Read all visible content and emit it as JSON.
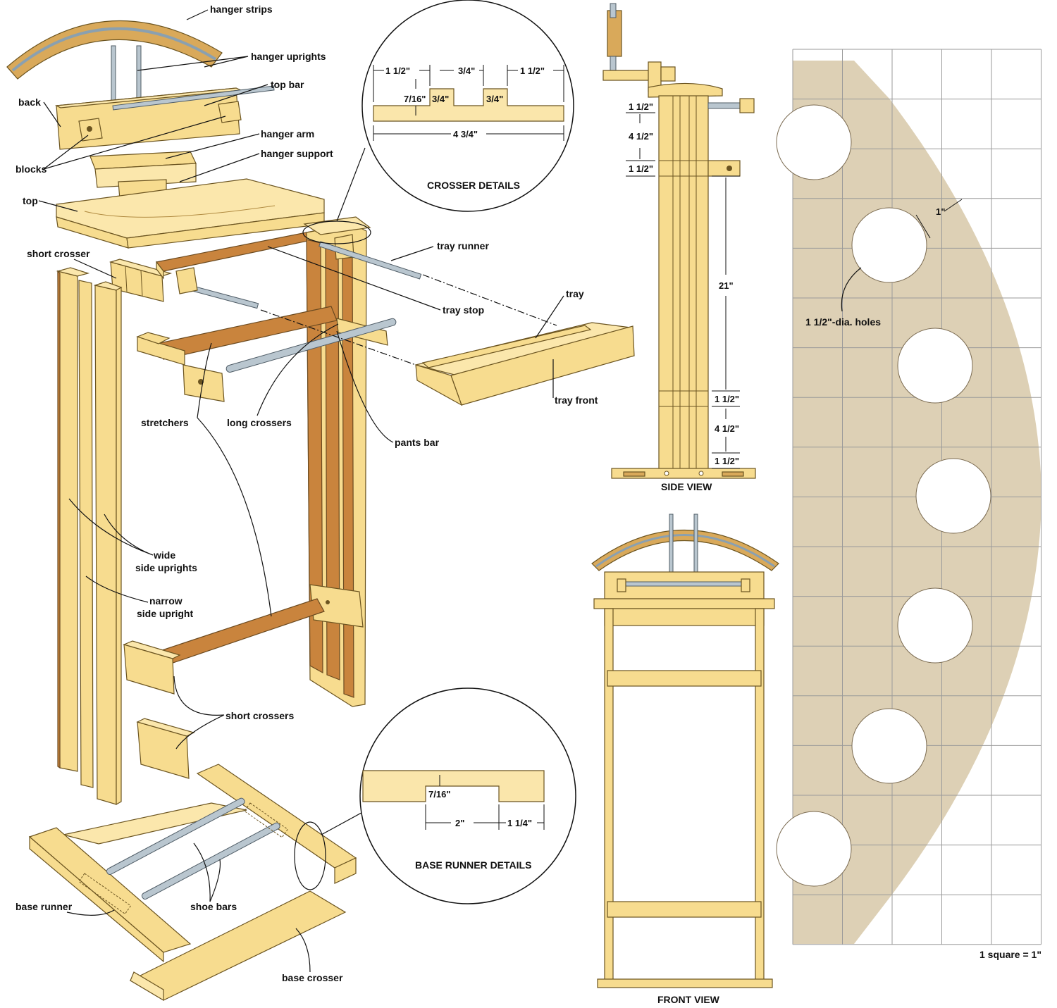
{
  "labels": {
    "hanger_strips": "hanger strips",
    "hanger_uprights": "hanger uprights",
    "top_bar": "top bar",
    "back": "back",
    "hanger_arm": "hanger arm",
    "hanger_support": "hanger support",
    "blocks": "blocks",
    "top": "top",
    "short_crosser": "short crosser",
    "tray_runner": "tray runner",
    "tray": "tray",
    "tray_stop": "tray stop",
    "tray_front": "tray front",
    "stretchers": "stretchers",
    "long_crossers": "long crossers",
    "pants_bar": "pants bar",
    "wide_side_uprights_1": "wide",
    "wide_side_uprights_2": "side uprights",
    "narrow_side_upright_1": "narrow",
    "narrow_side_upright_2": "side upright",
    "short_crossers": "short crossers",
    "base_runner": "base runner",
    "shoe_bars": "shoe bars",
    "base_crosser": "base crosser"
  },
  "crosser_details": {
    "title": "CROSSER DETAILS",
    "dims": [
      "1 1/2\"",
      "3/4\"",
      "1 1/2\"",
      "7/16\"",
      "3/4\"",
      "3/4\"",
      "4 3/4\""
    ]
  },
  "base_runner_details": {
    "title": "BASE RUNNER DETAILS",
    "dims": [
      "7/16\"",
      "2\"",
      "1 1/4\""
    ]
  },
  "side_view": {
    "title": "SIDE VIEW",
    "dims": [
      "1 1/2\"",
      "4 1/2\"",
      "1 1/2\"",
      "21\"",
      "1 1/2\"",
      "4 1/2\"",
      "1 1/2\""
    ]
  },
  "front_view": {
    "title": "FRONT VIEW"
  },
  "pattern": {
    "hole_label": "1 1/2\"-dia. holes",
    "edge_dim": "1\"",
    "scale": "1 square = 1\"",
    "grid_columns": 5,
    "grid_rows": 18,
    "hole_count": 7
  },
  "colors": {
    "wood": "#f7dc8f",
    "wood_dark": "#d9a95a",
    "wood_orange": "#c9843d",
    "rod": "#b9c6cf",
    "pattern_fill": "#ddd0b5",
    "grid": "#9a9a9a"
  }
}
